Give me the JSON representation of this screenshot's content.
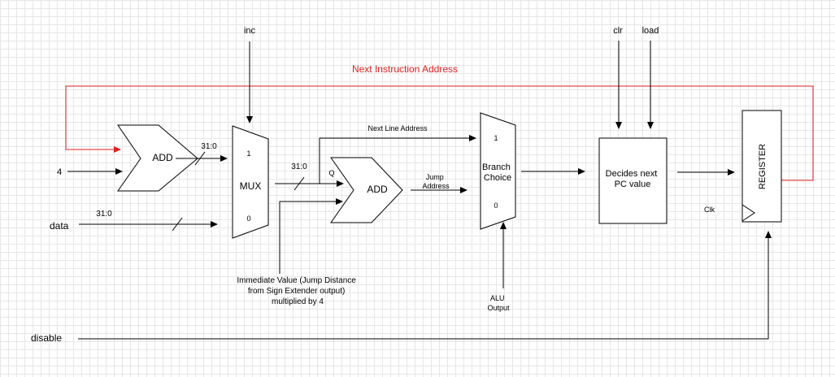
{
  "colors": {
    "wire": "#000000",
    "feedback": "#e01e1e",
    "grid": "#e6e6e6"
  },
  "labels": {
    "inc": "inc",
    "clr": "clr",
    "load": "load",
    "feedback": "Next Instruction Address",
    "input_4": "4",
    "data": "data",
    "disable": "disable",
    "bus_add_out": "31:0",
    "bus_data": "31:0",
    "bus_mux_out": "31:0",
    "q": "Q",
    "next_line": "Next Line Address",
    "jump_line1": "Jump",
    "jump_line2": "Address",
    "immediate_line1": "Immediate Value (Jump Distance",
    "immediate_line2": "from Sign Extender output)",
    "immediate_line3": "multiplied by 4",
    "alu_line1": "ALU",
    "alu_line2": "Output",
    "clk": "Clk"
  },
  "blocks": {
    "add1": "ADD",
    "add2": "ADD",
    "mux": {
      "label": "MUX",
      "in1": "1",
      "in0": "0"
    },
    "branch": {
      "label_line1": "Branch",
      "label_line2": "Choice",
      "in1": "1",
      "in0": "0"
    },
    "decides": {
      "line1": "Decides next",
      "line2": "PC value"
    },
    "register": "REGISTER"
  }
}
